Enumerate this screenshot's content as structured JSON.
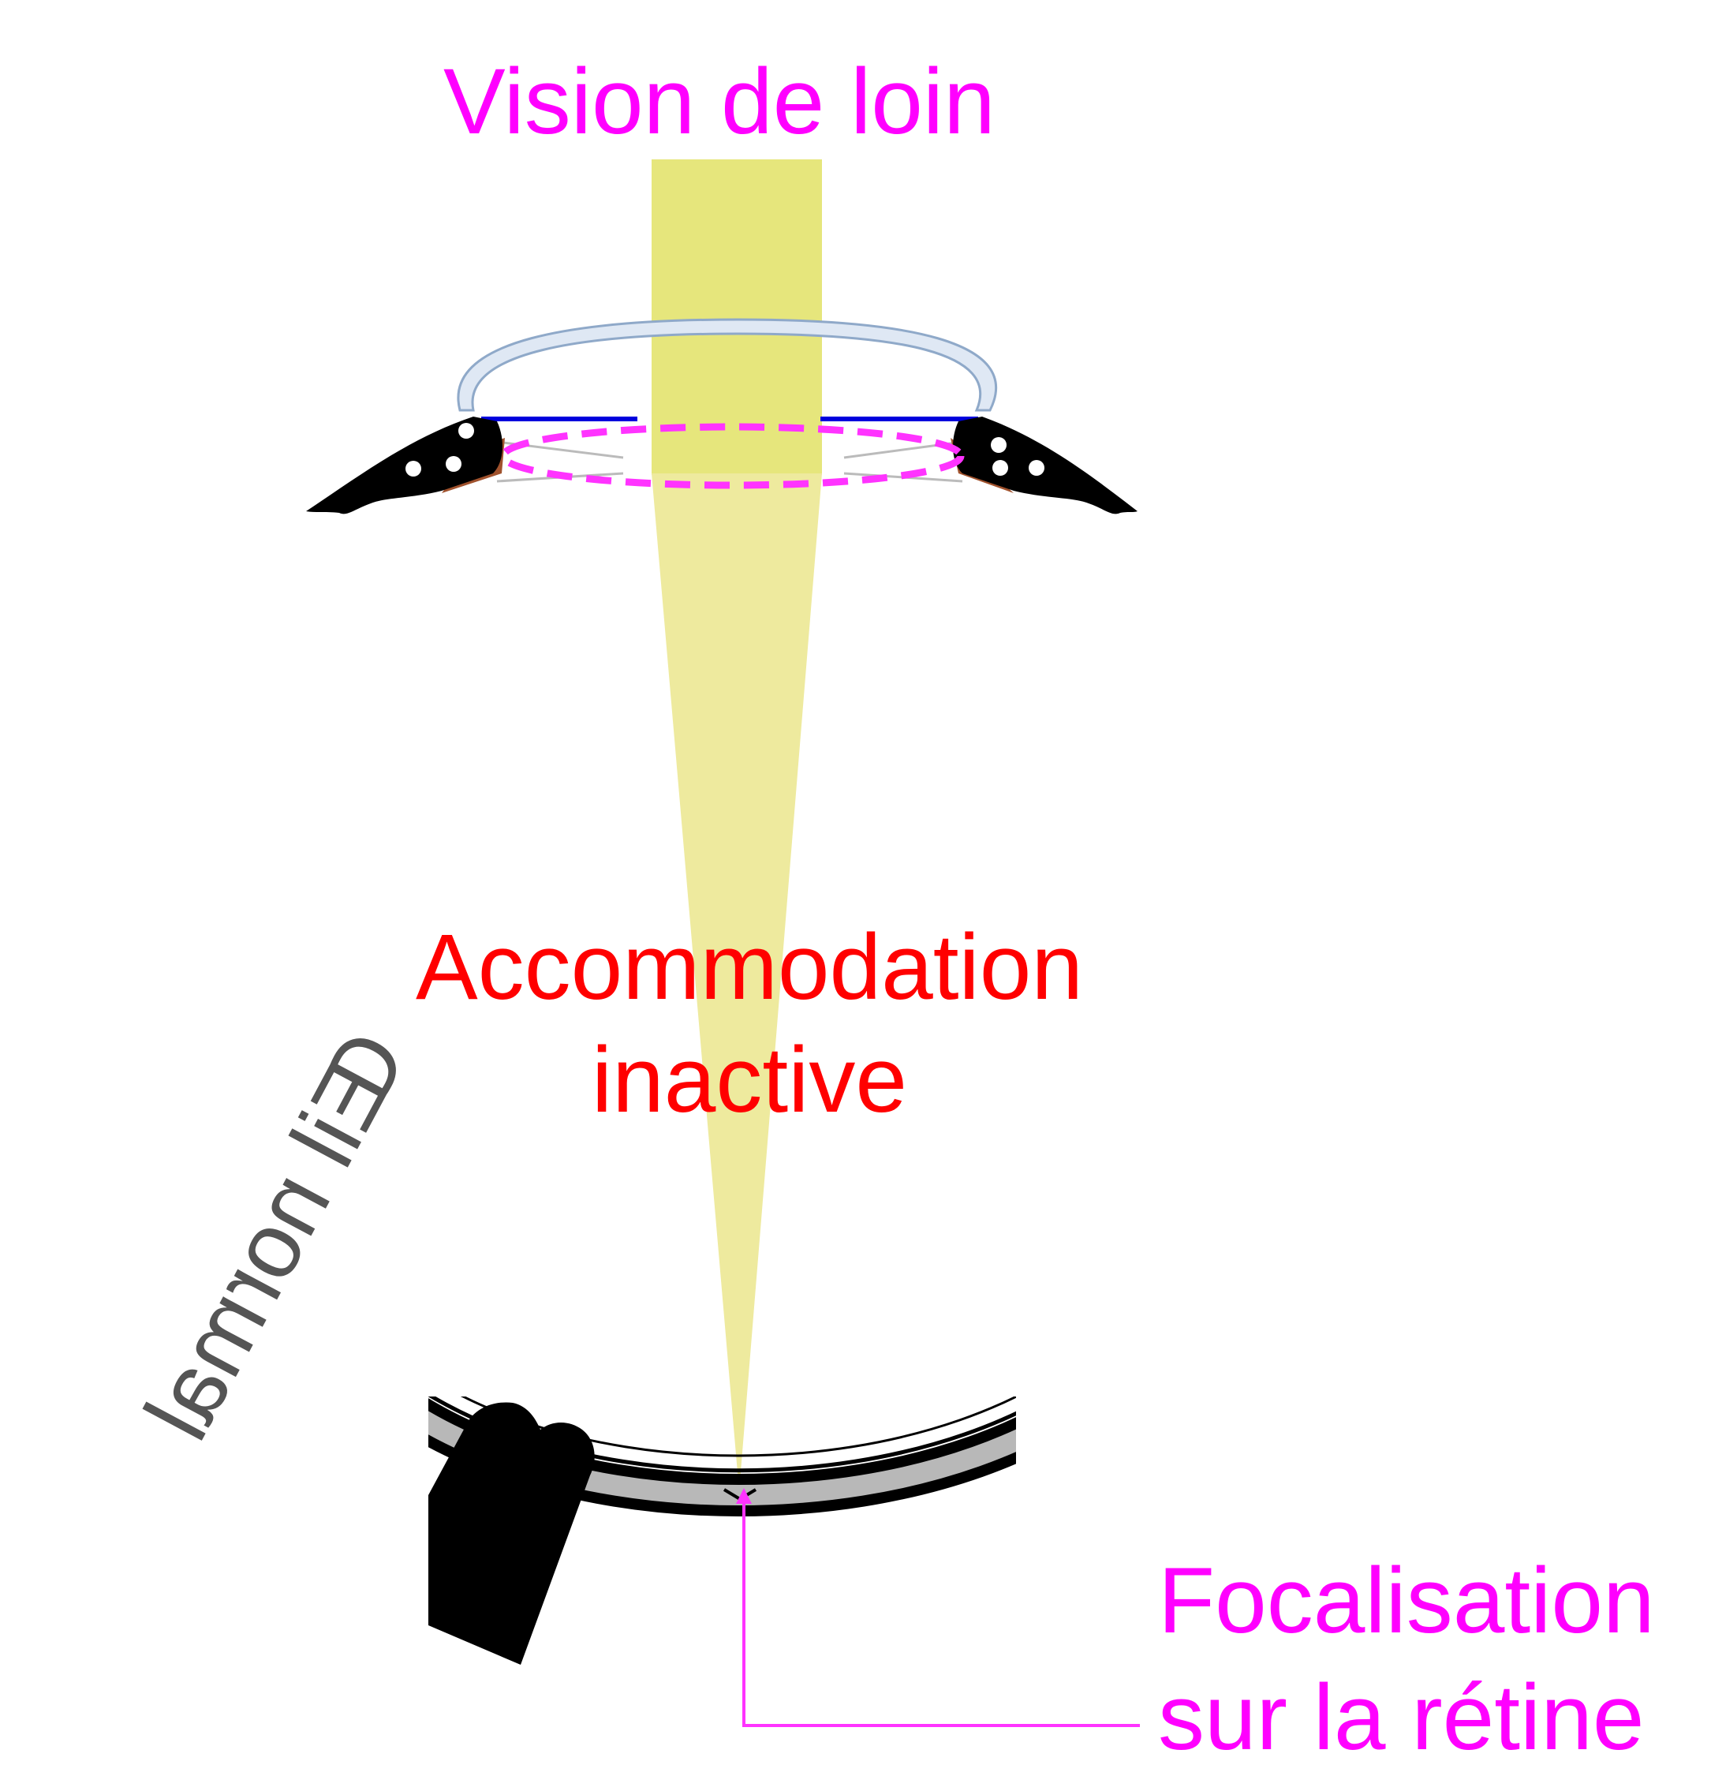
{
  "title": "Vision de loin",
  "state": {
    "line1": "Accommodation",
    "line2": "inactive"
  },
  "focus": {
    "line1": "Focalisation",
    "line2": "sur la rétine"
  },
  "eye_label": "Œil normal",
  "colors": {
    "title": "#ff00ff",
    "state": "#ff0000",
    "focus": "#ff00ff",
    "eye_label": "#555555",
    "light_beam": "#e8e87a",
    "lens_outline": "#ff33ff",
    "cornea": "#9fb8d8",
    "iris": "#0000dd",
    "ciliary_body": "#000000",
    "zonule": "#a0522d",
    "retina_band": "#b8b8b8",
    "pointer": "#ff33ff"
  },
  "icons": {
    "focus_point": "focal-point-icon",
    "optic_nerve": "optic-nerve-shape"
  }
}
